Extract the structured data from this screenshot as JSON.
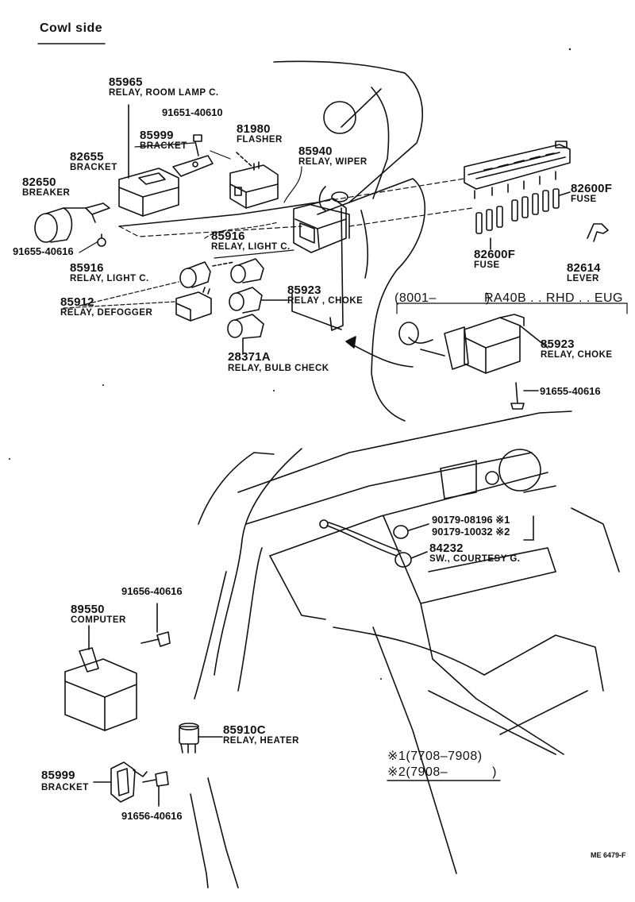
{
  "header": {
    "section": "Cowl side"
  },
  "callouts": [
    {
      "part": "85965",
      "name": "RELAY, ROOM LAMP C."
    },
    {
      "part": "91651-40610"
    },
    {
      "part": "85999",
      "name": "BRACKET"
    },
    {
      "part": "81980",
      "name": "FLASHER"
    },
    {
      "part": "82655",
      "name": "BRACKET"
    },
    {
      "part": "85940",
      "name": "RELAY, WIPER"
    },
    {
      "part": "82650",
      "name": "BREAKER"
    },
    {
      "part": "82600F",
      "name": "FUSE"
    },
    {
      "part": "91655-40616"
    },
    {
      "part": "85916",
      "name": "RELAY, LIGHT C."
    },
    {
      "part": "85916",
      "name": "RELAY, LIGHT C."
    },
    {
      "part": "82600F",
      "name": "FUSE"
    },
    {
      "part": "82614",
      "name": "LEVER"
    },
    {
      "part": "85912",
      "name": "RELAY, DEFOGGER"
    },
    {
      "part": "85923",
      "name": "RELAY , CHOKE"
    },
    {
      "part": "28371A",
      "name": "RELAY, BULB CHECK"
    },
    {
      "part": "85923",
      "name": "RELAY, CHOKE"
    },
    {
      "part": "91655-40616"
    },
    {
      "part": "90179-08196",
      "note": "※1"
    },
    {
      "part": "90179-10032",
      "note": "※2"
    },
    {
      "part": "84232",
      "name": "SW., COURTESY G."
    },
    {
      "part": "91656-40616"
    },
    {
      "part": "89550",
      "name": "COMPUTER"
    },
    {
      "part": "85910C",
      "name": "RELAY, HEATER"
    },
    {
      "part": "85999",
      "name": "BRACKET"
    },
    {
      "part": "91656-40616"
    }
  ],
  "variant": {
    "range": "(8001–",
    "close": ")",
    "spec": "RA40B . . RHD . . EUG"
  },
  "notes": [
    {
      "mark": "※1",
      "text": "(7708–7908)"
    },
    {
      "mark": "※2",
      "text": "(7908–",
      "close": ")"
    }
  ],
  "footer": {
    "code": "ME  6479-F"
  }
}
